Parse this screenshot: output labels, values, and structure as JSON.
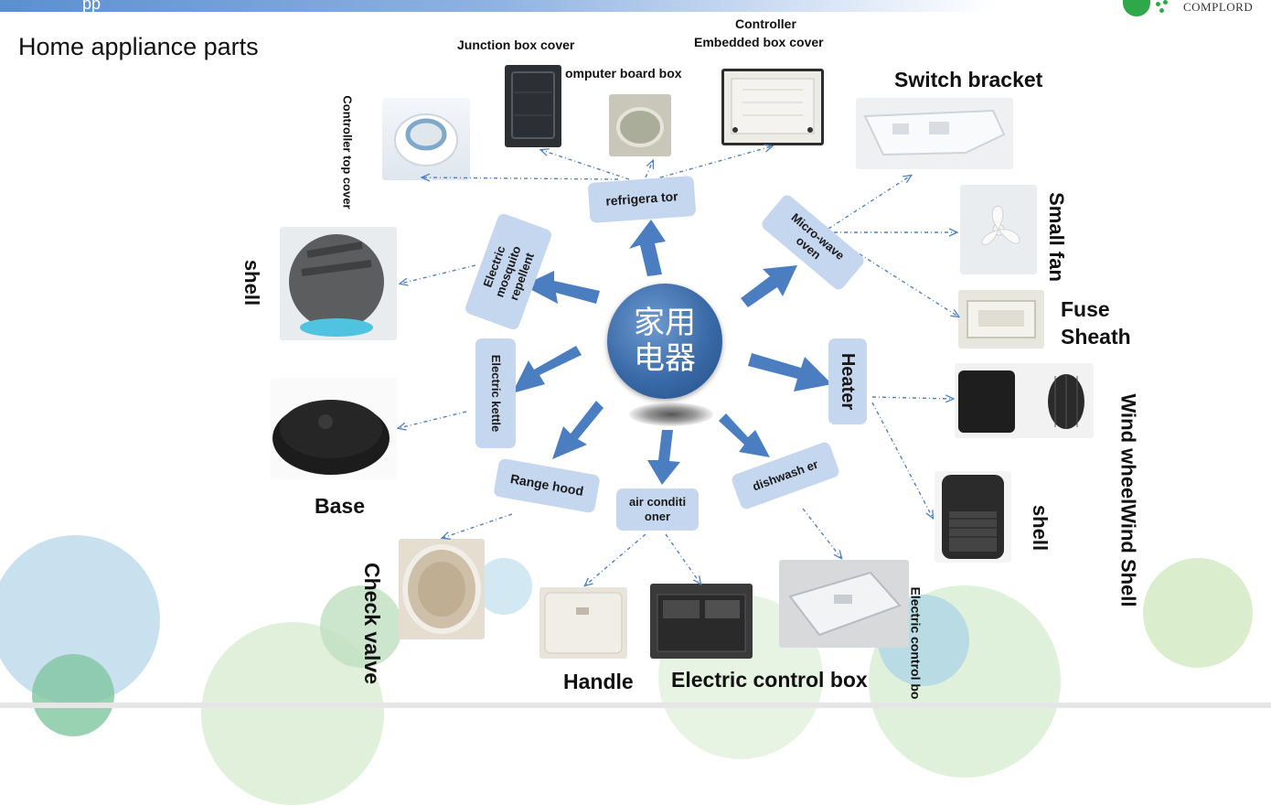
{
  "header": {
    "title_fragment": "pp",
    "brand": "COMPLORD"
  },
  "page": {
    "title": "Home appliance parts"
  },
  "hub": {
    "label": "家用电器"
  },
  "categories": {
    "refrigerator": "refrigera tor",
    "mosquito": "Electric mosquito repellent",
    "kettle": "Electric kettle",
    "range_hood": "Range hood",
    "air_conditioner": "air conditi oner",
    "dishwasher": "dishwash er",
    "heater": "Heater",
    "microwave": "Micro-wave oven"
  },
  "parts": {
    "junction_box_cover": "Junction box cover",
    "controller_embedded_1": "Controller",
    "controller_embedded_2": "Embedded box cover",
    "computer_board_box": "omputer board box",
    "controller_top_cover": "Controller top cover",
    "switch_bracket": "Switch bracket",
    "small_fan": "Small fan",
    "fuse_sheath_1": "Fuse",
    "fuse_sheath_2": "Sheath",
    "wind_wheel_shell": "Wind wheelWind Shell",
    "heater_shell": "shell",
    "mosquito_shell": "shell",
    "base": "Base",
    "check_valve": "Check valve",
    "handle": "Handle",
    "electric_control_box": "Electric control box",
    "electric_control_box_vertical": "Electric control bo"
  },
  "colors": {
    "node_fill": "#c5d6ef",
    "arrow": "#4a7ec0",
    "dash": "#4f80c0",
    "hub": "#3a6aa7"
  }
}
